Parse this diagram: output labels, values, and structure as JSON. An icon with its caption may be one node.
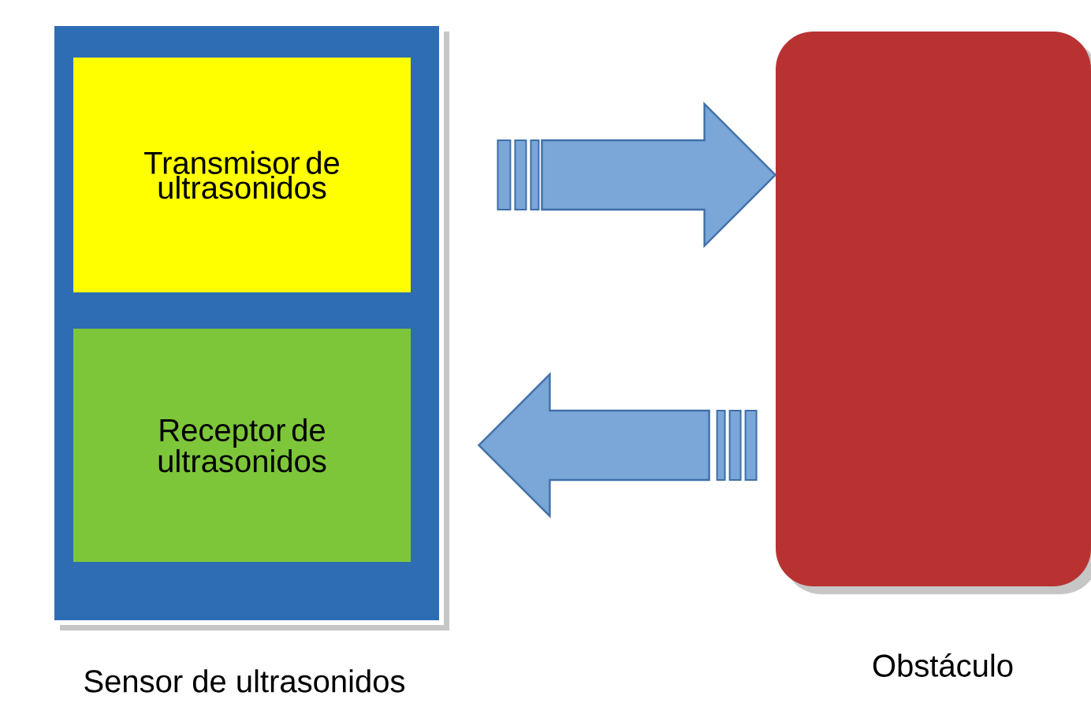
{
  "diagram": {
    "nodes": [
      {
        "text": [
          "Sensor de ultrasonidos"
        ]
      },
      {
        "text": [
          "Transmisor de ultrasonidos"
        ],
        "in": 0
      },
      {
        "text": [
          "Receptor de ultrasonidos"
        ],
        "in": 0
      },
      {
        "text": [
          "Obstáculo"
        ]
      }
    ],
    "edges": [
      {
        "from": 1,
        "to": 3,
        "arrow": "to"
      },
      {
        "from": 3,
        "to": 2,
        "arrow": "to"
      }
    ]
  }
}
